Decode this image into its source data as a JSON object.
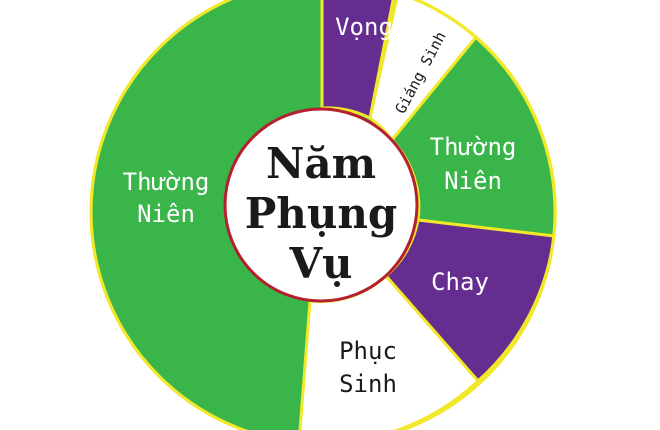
{
  "diagram": {
    "title_lines": [
      "Năm",
      "Phụng",
      "Vụ"
    ],
    "colors": {
      "green": "#39B54A",
      "purple": "#662D91",
      "white": "#FFFFFF",
      "divider": "#F2E82A",
      "inner_ring": "#B5202E",
      "title_text": "#1A1A1A",
      "label_light": "#FFFFFF",
      "label_dark": "#1A1A1A"
    },
    "segments": [
      {
        "id": "vong",
        "label": "Vọng",
        "color": "purple"
      },
      {
        "id": "giang-sinh",
        "label": "Giáng Sinh",
        "color": "white"
      },
      {
        "id": "thuong-nien-1",
        "label_lines": [
          "Thường",
          "Niên"
        ],
        "color": "green"
      },
      {
        "id": "chay",
        "label": "Chay",
        "color": "purple"
      },
      {
        "id": "phuc-sinh",
        "label_lines": [
          "Phục",
          "Sinh"
        ],
        "color": "white"
      },
      {
        "id": "thuong-nien-2",
        "label_lines": [
          "Thường",
          "Niên"
        ],
        "color": "green"
      }
    ]
  }
}
